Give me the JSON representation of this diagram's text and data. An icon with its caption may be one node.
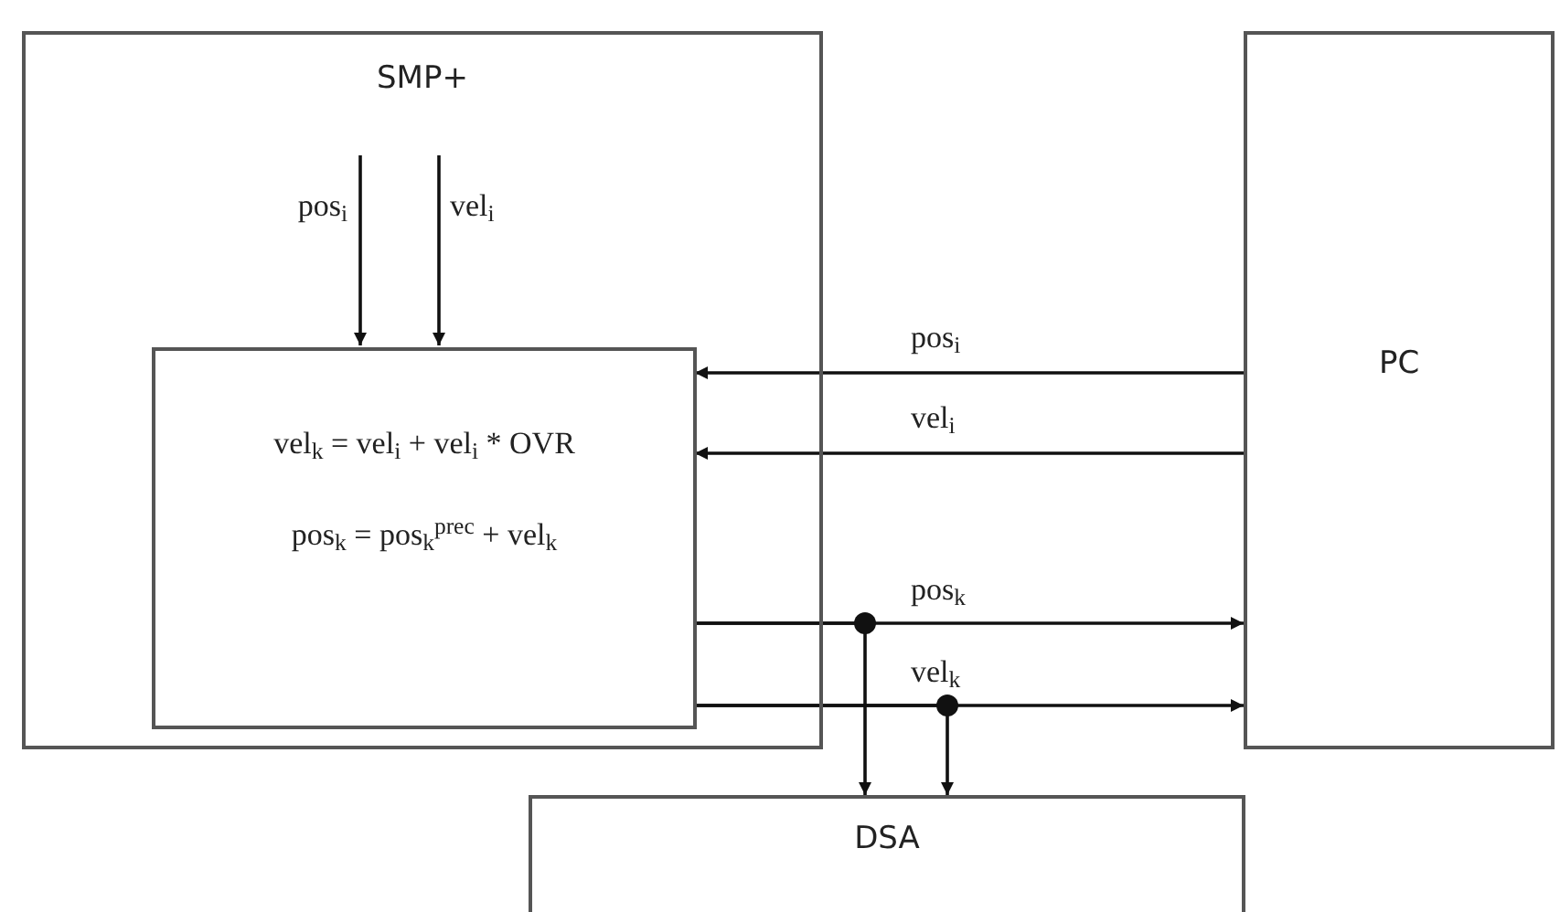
{
  "diagram": {
    "nodes": [
      {
        "text": [
          "SMP+"
        ]
      },
      {
        "text": [
          "vel$_{k}$ = vel$_{i}$ + vel$_{i}$ * OVR",
          "pos$_{k}$ = pos$_{k}$$^{prec}$ + vel$_{k}$"
        ],
        "in": 0
      },
      {
        "text": [
          "PC"
        ]
      },
      {
        "text": [
          "DSA"
        ]
      }
    ],
    "edges": [
      {
        "from": null,
        "to": 1,
        "arrow": "to",
        "label": "pos$_{i}$"
      },
      {
        "from": null,
        "to": 1,
        "arrow": "to",
        "label": "vel$_{i}$"
      },
      {
        "from": 2,
        "to": 1,
        "arrow": "to",
        "label": "pos$_{i}$"
      },
      {
        "from": 2,
        "to": 1,
        "arrow": "to",
        "label": "vel$_{i}$"
      },
      {
        "from": 1,
        "to": 2,
        "arrow": "to",
        "label": "pos$_{k}$"
      },
      {
        "from": 1,
        "to": 2,
        "arrow": "to",
        "label": "vel$_{k}$"
      },
      {
        "from": 1,
        "to": 3,
        "arrow": "to"
      },
      {
        "from": 1,
        "to": 3,
        "arrow": "to"
      }
    ]
  }
}
